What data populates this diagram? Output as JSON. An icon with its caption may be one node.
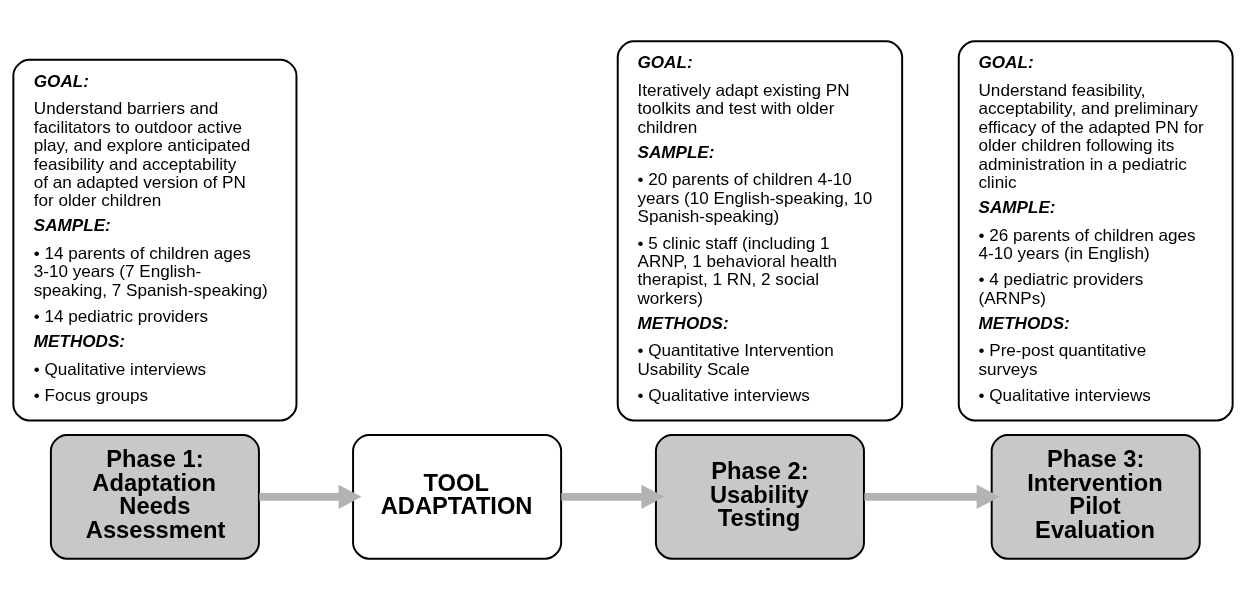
{
  "diagram": {
    "nodes": [
      {
        "text": [
          "Phase 1: Adaptation Needs Assessment"
        ]
      },
      {
        "text": [
          "GOAL:",
          "Understand barriers and facilitators to outdoor active play, and explore anticipated feasibility and acceptability of an adapted version of PN for older children",
          "SAMPLE:",
          "• 14 parents of children ages 3-10 years (7 English-speaking, 7 Spanish-speaking)",
          "• 14 pediatric providers",
          "METHODS:",
          "• Qualitative interviews",
          "• Focus groups"
        ]
      },
      {
        "text": [
          "TOOL ADAPTATION"
        ]
      },
      {
        "text": [
          "Phase 2: Usability Testing"
        ]
      },
      {
        "text": [
          "GOAL:",
          "Iteratively adapt existing PN toolkits and test with older children",
          "SAMPLE:",
          "• 20 parents of children 4-10 years (10 English-speaking, 10 Spanish-speaking)",
          "• 5 clinic staff (including 1 ARNP, 1 behavioral health therapist, 1 RN, 2 social workers)",
          "METHODS:",
          "• Quantitative Intervention Usability Scale",
          "• Qualitative interviews"
        ]
      },
      {
        "text": [
          "Phase 3: Intervention Pilot Evaluation"
        ]
      },
      {
        "text": [
          "GOAL:",
          "Understand feasibility, acceptability, and preliminary efficacy of the adapted PN for older children following its administration in a pediatric clinic",
          "SAMPLE:",
          "• 26 parents of children ages 4-10 years (in English)",
          "• 4 pediatric providers (ARNPs)",
          "METHODS:",
          "• Pre-post quantitative surveys",
          "• Qualitative interviews"
        ]
      }
    ],
    "edges": [
      {
        "from": 0,
        "to": 2,
        "arrow": "to"
      },
      {
        "from": 2,
        "to": 3,
        "arrow": "to"
      },
      {
        "from": 3,
        "to": 5,
        "arrow": "to"
      }
    ]
  }
}
